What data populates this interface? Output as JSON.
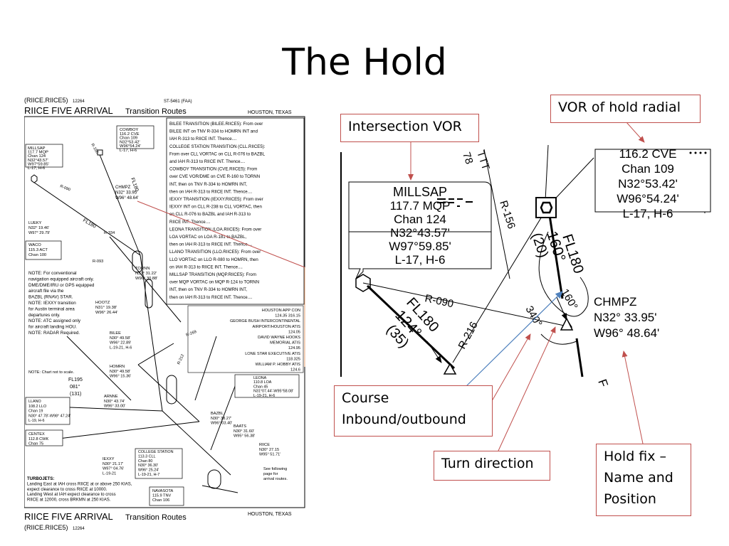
{
  "slide": {
    "title": "The Hold"
  },
  "callouts": {
    "intersection": "Intersection VOR",
    "vor_radial": "VOR of hold radial",
    "course": [
      "Course",
      "Inbound/outbound"
    ],
    "turn": "Turn direction",
    "holdfix": [
      "Hold fix –",
      "Name and",
      "Position"
    ]
  },
  "chart": {
    "header_id": "(RIICE.RIICE5)",
    "header_num": "12264",
    "header_faa": "ST-5461 (FAA)",
    "proc_name": "RIICE FIVE ARRIVAL",
    "sub_name": "Transition Routes",
    "location": "HOUSTON, TEXAS",
    "note_chart": "NOTE: Chart not to scale.",
    "see_following": [
      "See following",
      "page for",
      "arrival routes."
    ],
    "turbojets": [
      "TURBOJETS:",
      "Landing East at IAH cross RIICE at or above 250 KIAS,",
      "expect clearance to cross RIICE at 10000.",
      "Landing West at IAH expect clearance to cross",
      "RIICE at 12000, cross BRKMN at 250 KIAS."
    ],
    "notes": [
      "NOTE: For conventional",
      "navigation equipped aircraft only.",
      "DME/DME/IRU or GPS equipped",
      "aircraft file via the",
      "BAZBL (RNAV) STAR.",
      "NOTE: IEXXY transition",
      "for Austin terminal area",
      "departures only.",
      "NOTE: ATC assigned only",
      "for aircraft landing HOU.",
      "NOTE: RADAR Required."
    ],
    "transitions": [
      "BILEE TRANSITION (BILEE.RIICE5): From over",
      "BILEE INT on TNV R-334 to HOMRN INT and",
      "IAH R-313 to RIICE INT. Thence....",
      "COLLEGE STATION TRANSITION (CLL.RIICE5):",
      "From over CLL VORTAC on CLL R-076 to BAZBL",
      "and IAH R-313 to RIICE INT. Thence....",
      "COWBOY TRANSITION (CVE.RIICE5): From",
      "over CVE VOR/DME on CVE R-160 to TORNN",
      "INT, then on TNV R-334 to HOMRN INT,",
      "then on IAH R-313 to RIICE INT. Thence....",
      "IEXXY TRANSITION (IEXXY.RIICE5): From over",
      "IEXXY INT on CLL R-238 to CLL VORTAC, then",
      "on CLL R-076 to BAZBL and IAH R-313 to",
      "RIICE INT. Thence....",
      "LEONA TRANSITION (LOA.RIICE5): From over",
      "LOA VORTAC on LOA R-181 to BAZBL,",
      "then on IAH R-313 to RIICE INT. Thence....",
      "LLANO TRANSITION (LLO.RIICE5): From over",
      "LLO VORTAC on LLO R-080 to HOMRN, then",
      "on IAH R-313 to RIICE INT. Thence....",
      "MILLSAP TRANSITION (MQP.RIICE5): From",
      "over MQP VORTAC on MQP R-124 to TORNN",
      "INT, then on TNV R-334 to HOMRN INT,",
      "then on IAH R-313 to RIICE INT. Thence...."
    ],
    "comms": [
      "HOUSTON APP CON",
      "124.35 316.15",
      "GEORGE BUSH INTERCONTINENTAL",
      "AIRPORT/HOUSTON ATIS",
      "124.05",
      "DAVID WAYNE HOOKS",
      "MEMORIAL ATIS",
      "124.95",
      "LONE STAR EXECUTIVE ATIS",
      "118.325",
      "WILLIAM P. HOBBY ATIS",
      "124.6"
    ],
    "fixes": {
      "cowboy": [
        "COWBOY",
        "116.2 CVE",
        "Chan 109",
        "N32°53.42'",
        "W96°54.24'",
        "L-17, H-6"
      ],
      "millsap": [
        "MILLSAP",
        "117.7 MQP",
        "Chan 124",
        "N32°43.57'",
        "W97°59.85'",
        "L-17, H-6"
      ],
      "chmpz": [
        "CHMPZ",
        "N32° 33.95'",
        "W96° 48.64'"
      ],
      "lueky": [
        "LUEKY",
        "N32° 19.46'",
        "W97° 29.79'"
      ],
      "waco": [
        "WACO",
        "115.3 ACT",
        "Chan 100"
      ],
      "tornn": [
        "TORNN",
        "N31° 31.22'",
        "W96° 30.88'"
      ],
      "hootz": [
        "HOOTZ",
        "N31° 19.38'",
        "W96° 26.44'"
      ],
      "bilee": [
        "BILEE",
        "N30° 49.58'",
        "W96° 22.89'",
        "L-19-21, H-6"
      ],
      "homrn": [
        "HOMRN",
        "N30° 49.58'",
        "W96° 15.36'"
      ],
      "arnne": [
        "ARNNE",
        "N30° 43.74'",
        "W96° 33.00'"
      ],
      "llano": [
        "LLANO",
        "108.2 LLO",
        "Chan 19",
        "N30° 47.78'-W98° 47.24'",
        "L-19, H-6"
      ],
      "centex": [
        "CENTEX",
        "112.8 CWK",
        "Chan 75"
      ],
      "leona": [
        "LEONA",
        "110.8 LOA",
        "Chan 45",
        "N31°07.44'-W95°58.08'",
        "L-19-21, H-6"
      ],
      "bazbl": [
        "BAZBL",
        "N30° 38.27'",
        "W96° 03.40'"
      ],
      "baats": [
        "BAATS",
        "N30° 31.60'",
        "W95° 56.38'"
      ],
      "riice": [
        "RIICE",
        "N30° 27.15",
        "W95° 51.71'"
      ],
      "iexxy": [
        "IEXXY",
        "N30° 21.17'",
        "W97° 04.76'",
        "L-19-21"
      ],
      "college_station": [
        "COLLEGE STATION",
        "113.3 CLL",
        "Chan 80",
        "N30° 36.30'",
        "W96° 25.24'",
        "L-19-21, H-7"
      ],
      "navasota": [
        "NAVASOTA",
        "115.9 TNV",
        "Chan 106"
      ]
    },
    "labels": {
      "fl195": "FL195",
      "r081": "081°",
      "r131": "(131)",
      "r090": "R-090",
      "r093": "R-093",
      "r269": "R-269",
      "r212": "R-212",
      "r334": "R-334",
      "fl180a": "FL180",
      "fl180b": "FL180",
      "r156": "R-156"
    },
    "zoom": {
      "cowboy": [
        "116.2 CVE",
        "Chan 109",
        "N32°53.42'",
        "W96°54.24'",
        "L-17, H-6"
      ],
      "millsap": [
        "MILLSAP",
        "117.7 MQP",
        "Chan 124",
        "N32°43.57'",
        "W97°59.85'",
        "L-17, H-6"
      ],
      "chmpz": [
        "CHMPZ",
        "N32° 33.95'",
        "W96° 48.64'"
      ],
      "fl180_left": "FL180",
      "deg124": "124°",
      "d35": "(35)",
      "fl180_right": "FL180",
      "deg160": "160°",
      "d20": "(20)",
      "r090": "R-090",
      "r216": "R-216",
      "r156": "R-156",
      "ttt": "TTT",
      "n78": "78",
      "deg340": "340°",
      "deg160b": "160°",
      "f": "F"
    }
  }
}
